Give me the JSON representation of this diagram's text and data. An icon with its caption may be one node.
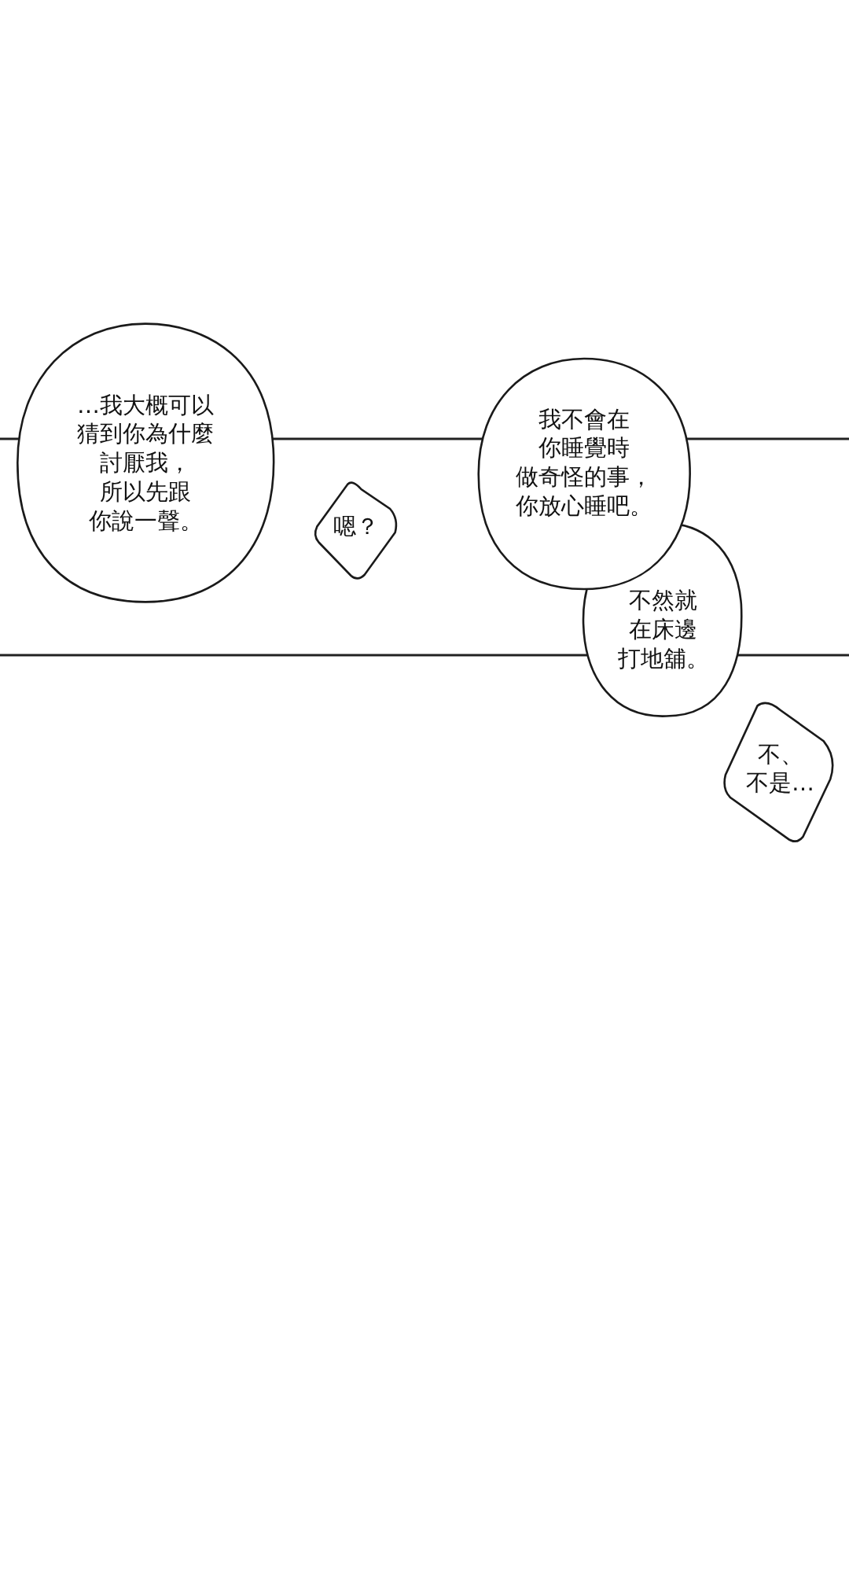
{
  "diagram": {
    "nodes": [
      {
        "text": [
          "…我大概可以猜到你為什麼討厭我，所以先跟你說一聲。"
        ]
      },
      {
        "text": [
          "嗯？"
        ]
      },
      {
        "text": [
          "不然就在床邊打地舖。"
        ]
      },
      {
        "text": [
          "我不會在你睡覺時做奇怪的事，你放心睡吧。"
        ]
      },
      {
        "text": [
          "不、不是…"
        ]
      }
    ]
  }
}
